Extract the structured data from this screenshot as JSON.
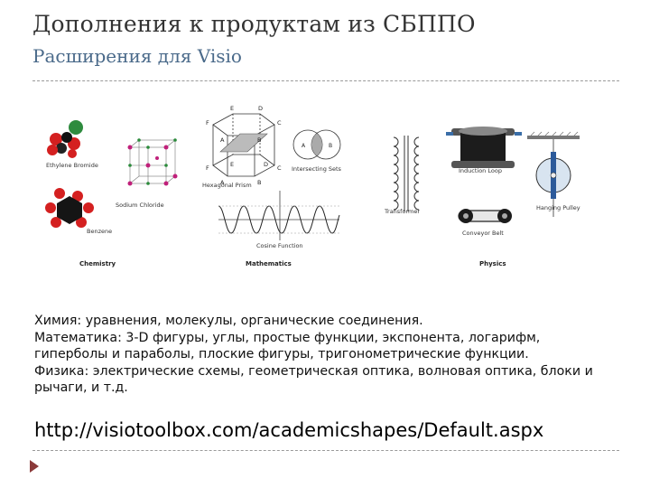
{
  "slide": {
    "title": "Дополнения к продуктам из СБППО",
    "subtitle": "Расширения для Visio"
  },
  "figure": {
    "chemistry": {
      "section_label": "Chemistry",
      "ethylene_label": "Ethylene Bromide",
      "sodium_label": "Sodium Chloride",
      "benzene_label": "Benzene"
    },
    "mathematics": {
      "section_label": "Mathematics",
      "prism_label": "Hexagonal Prism",
      "sets_label": "Intersecting Sets",
      "cosine_label": "Cosine Function",
      "prism_vertices": [
        "E",
        "D",
        "F",
        "C",
        "A",
        "B",
        "E",
        "D",
        "F",
        "C",
        "A",
        "B"
      ],
      "sets_letters": [
        "A",
        "B"
      ]
    },
    "physics": {
      "section_label": "Physics",
      "transformer_label": "Transformer",
      "inductor_label": "Induction Loop",
      "conveyor_label": "Conveyor Belt",
      "pulley_label": "Hanging Pulley"
    }
  },
  "description": {
    "chemistry": "Химия: уравнения, молекулы, органические соединения.",
    "math": "Математика: 3-D фигуры, углы, простые функции, экспонента, логарифм, гиперболы и параболы, плоские фигуры, тригонометрические функции.",
    "physics": "Физика: электрические схемы, геометрическая оптика, волновая оптика, блоки и рычаги,  и т.д."
  },
  "link": {
    "url": "http://visiotoolbox.com/academicshapes/Default.aspx"
  },
  "colors": {
    "subtitle": "#4a6a8a",
    "bullet": "#8b3a3a",
    "divider": "#9a9a9a"
  },
  "icons": {
    "bullet": "triangle-bullet-icon"
  }
}
